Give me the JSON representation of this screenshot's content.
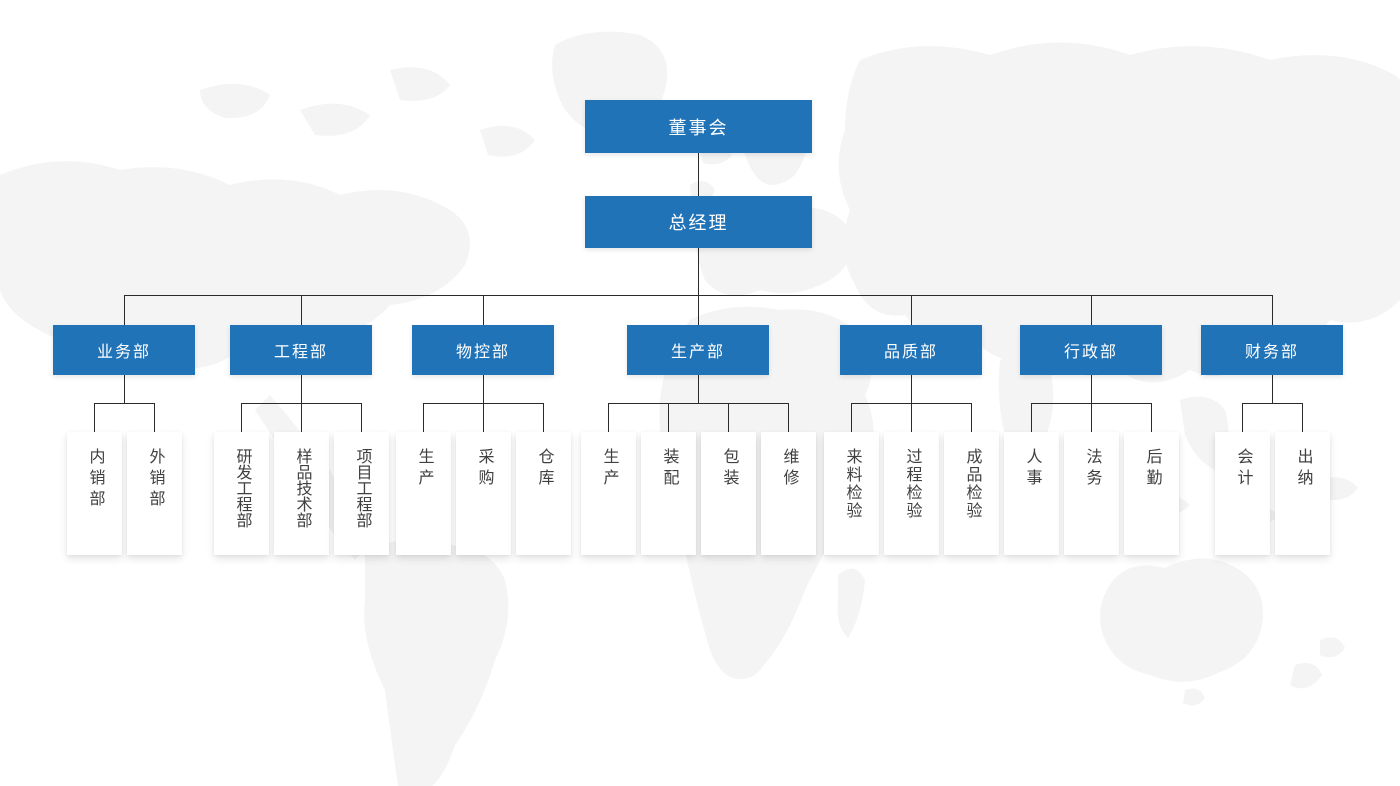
{
  "org": {
    "root": {
      "label": "董事会"
    },
    "general_manager": {
      "label": "总经理"
    },
    "departments": [
      {
        "label": "业务部",
        "children": [
          "内销部",
          "外销部"
        ]
      },
      {
        "label": "工程部",
        "children": [
          "研发工程部",
          "样品技术部",
          "项目工程部"
        ]
      },
      {
        "label": "物控部",
        "children": [
          "生产",
          "采购",
          "仓库"
        ]
      },
      {
        "label": "生产部",
        "children": [
          "生产",
          "装配",
          "包装",
          "维修"
        ]
      },
      {
        "label": "品质部",
        "children": [
          "来料检验",
          "过程检验",
          "成品检验"
        ]
      },
      {
        "label": "行政部",
        "children": [
          "人事",
          "法务",
          "后勤"
        ]
      },
      {
        "label": "财务部",
        "children": [
          "会计",
          "出纳"
        ]
      }
    ],
    "colors": {
      "node_blue": "#2173b8",
      "node_text": "#ffffff",
      "connector_line": "#2b2b2b",
      "child_box_bg": "#ffffff",
      "child_text": "#404040",
      "map_silhouette": "#f4f4f4",
      "background": "#ffffff"
    }
  }
}
